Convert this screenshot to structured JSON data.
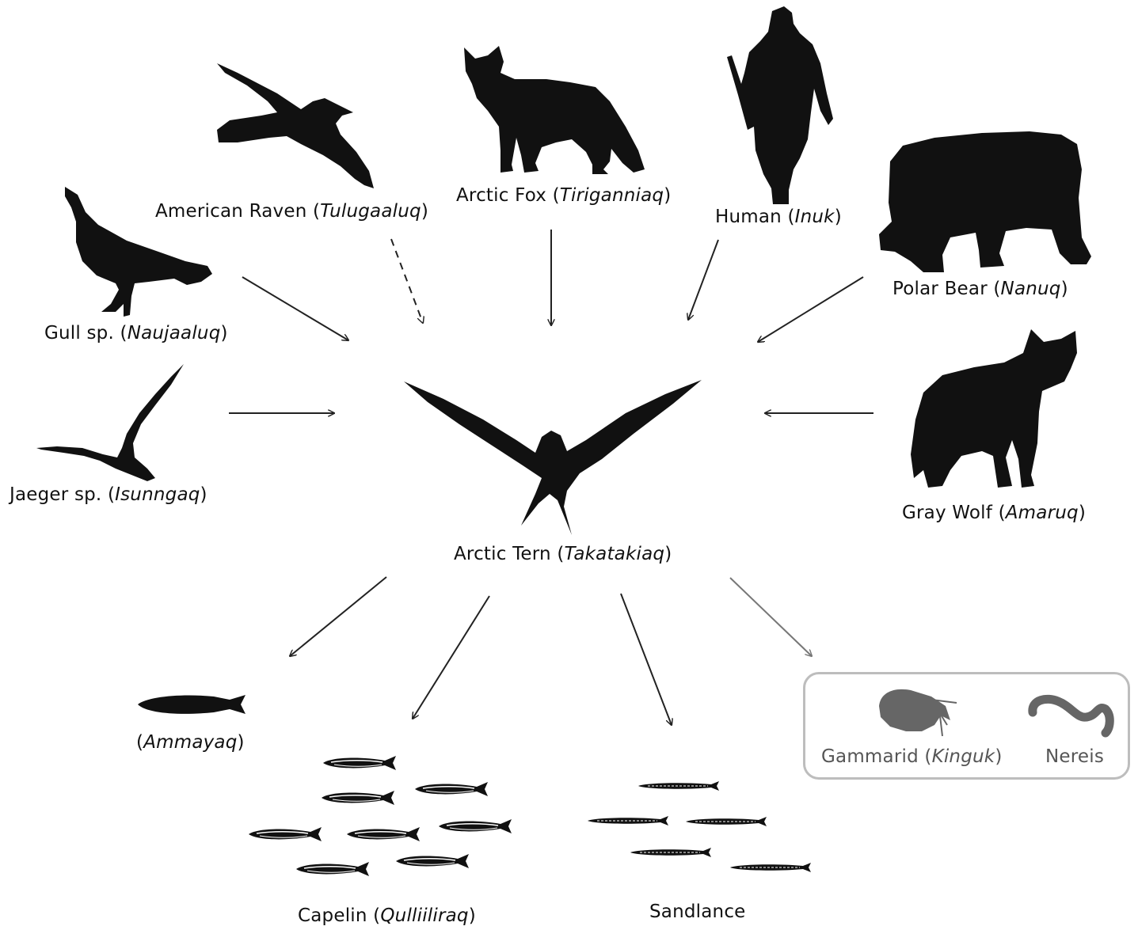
{
  "nodes": {
    "raven": {
      "name": "American Raven",
      "inuk": "Tulugaaluq"
    },
    "fox": {
      "name": "Arctic Fox",
      "inuk": "Tiriganniaq"
    },
    "human": {
      "name": "Human",
      "inuk": "Inuk"
    },
    "polar": {
      "name": "Polar Bear",
      "inuk": "Nanuq"
    },
    "gull": {
      "name": "Gull sp.",
      "inuk": "Naujaaluq"
    },
    "jaeger": {
      "name": "Jaeger sp.",
      "inuk": "Isunngaq"
    },
    "wolf": {
      "name": "Gray Wolf",
      "inuk": "Amaruq"
    },
    "tern": {
      "name": "Arctic Tern",
      "inuk": "Takatakiaq"
    },
    "ammayaq": {
      "name": "",
      "inuk": "Ammayaq"
    },
    "capelin": {
      "name": "Capelin",
      "inuk": "Qulliiliraq"
    },
    "sandlance": {
      "name": "Sandlance"
    },
    "gammarid": {
      "name": "Gammarid",
      "inuk": "Kinguk"
    },
    "nereis": {
      "name": "Nereis"
    }
  },
  "colors": {
    "silhouette": "#111111",
    "arrow": "#222222",
    "grey_arrow": "#777777",
    "box_border": "#bdbdbd",
    "grey_text": "#555555"
  },
  "arrow_styles": {
    "raven_to_tern": "dashed",
    "to_invertebrates": "grey"
  }
}
